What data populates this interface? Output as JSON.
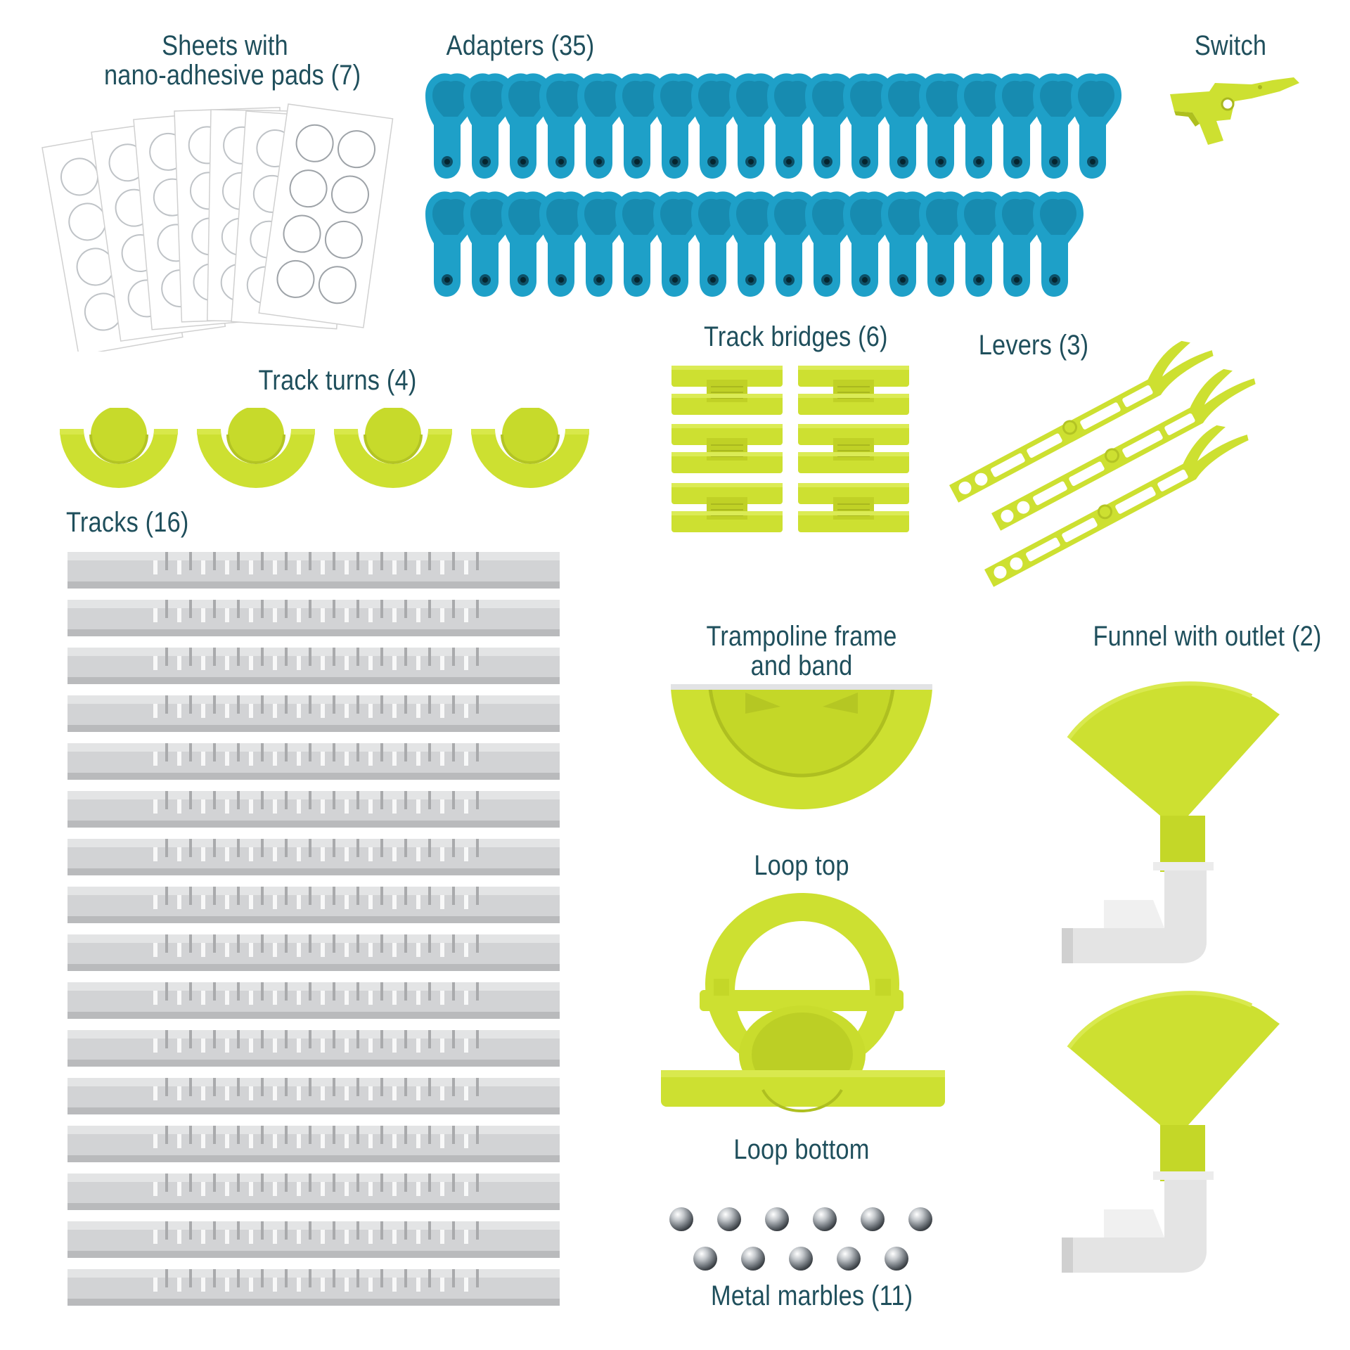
{
  "colors": {
    "label_text": "#1f4f5c",
    "adapter_blue": "#1ea0c8",
    "lime_green": "#cde031",
    "track_grey": "#c9cacc",
    "funnel_pipe_white": "#e6e6e6",
    "marble_steel": "#9aa0a6"
  },
  "components": {
    "sheets": {
      "label_line1": "Sheets with",
      "label_line2": "nano-adhesive pads (7)",
      "count": 7,
      "icon": "adhesive-sheet-icon"
    },
    "adapters": {
      "label": "Adapters (35)",
      "count": 35,
      "icon": "adapter-icon"
    },
    "switch": {
      "label": "Switch",
      "count": 1,
      "icon": "switch-icon"
    },
    "track_turns": {
      "label": "Track turns (4)",
      "count": 4,
      "icon": "track-turn-icon"
    },
    "track_bridges": {
      "label": "Track bridges (6)",
      "count": 6,
      "icon": "track-bridge-icon"
    },
    "levers": {
      "label": "Levers (3)",
      "count": 3,
      "icon": "lever-icon"
    },
    "tracks": {
      "label": "Tracks (16)",
      "count": 16,
      "icon": "track-icon"
    },
    "trampoline": {
      "label_line1": "Trampoline frame",
      "label_line2": "and band",
      "count": 1,
      "icon": "trampoline-icon"
    },
    "funnels": {
      "label": "Funnel with outlet (2)",
      "count": 2,
      "icon": "funnel-icon"
    },
    "loop_top": {
      "label": "Loop top",
      "count": 1,
      "icon": "loop-top-icon"
    },
    "loop_bottom": {
      "label": "Loop bottom",
      "count": 1,
      "icon": "loop-bottom-icon"
    },
    "marbles": {
      "label": "Metal marbles (11)",
      "count": 11,
      "icon": "marble-icon"
    }
  }
}
